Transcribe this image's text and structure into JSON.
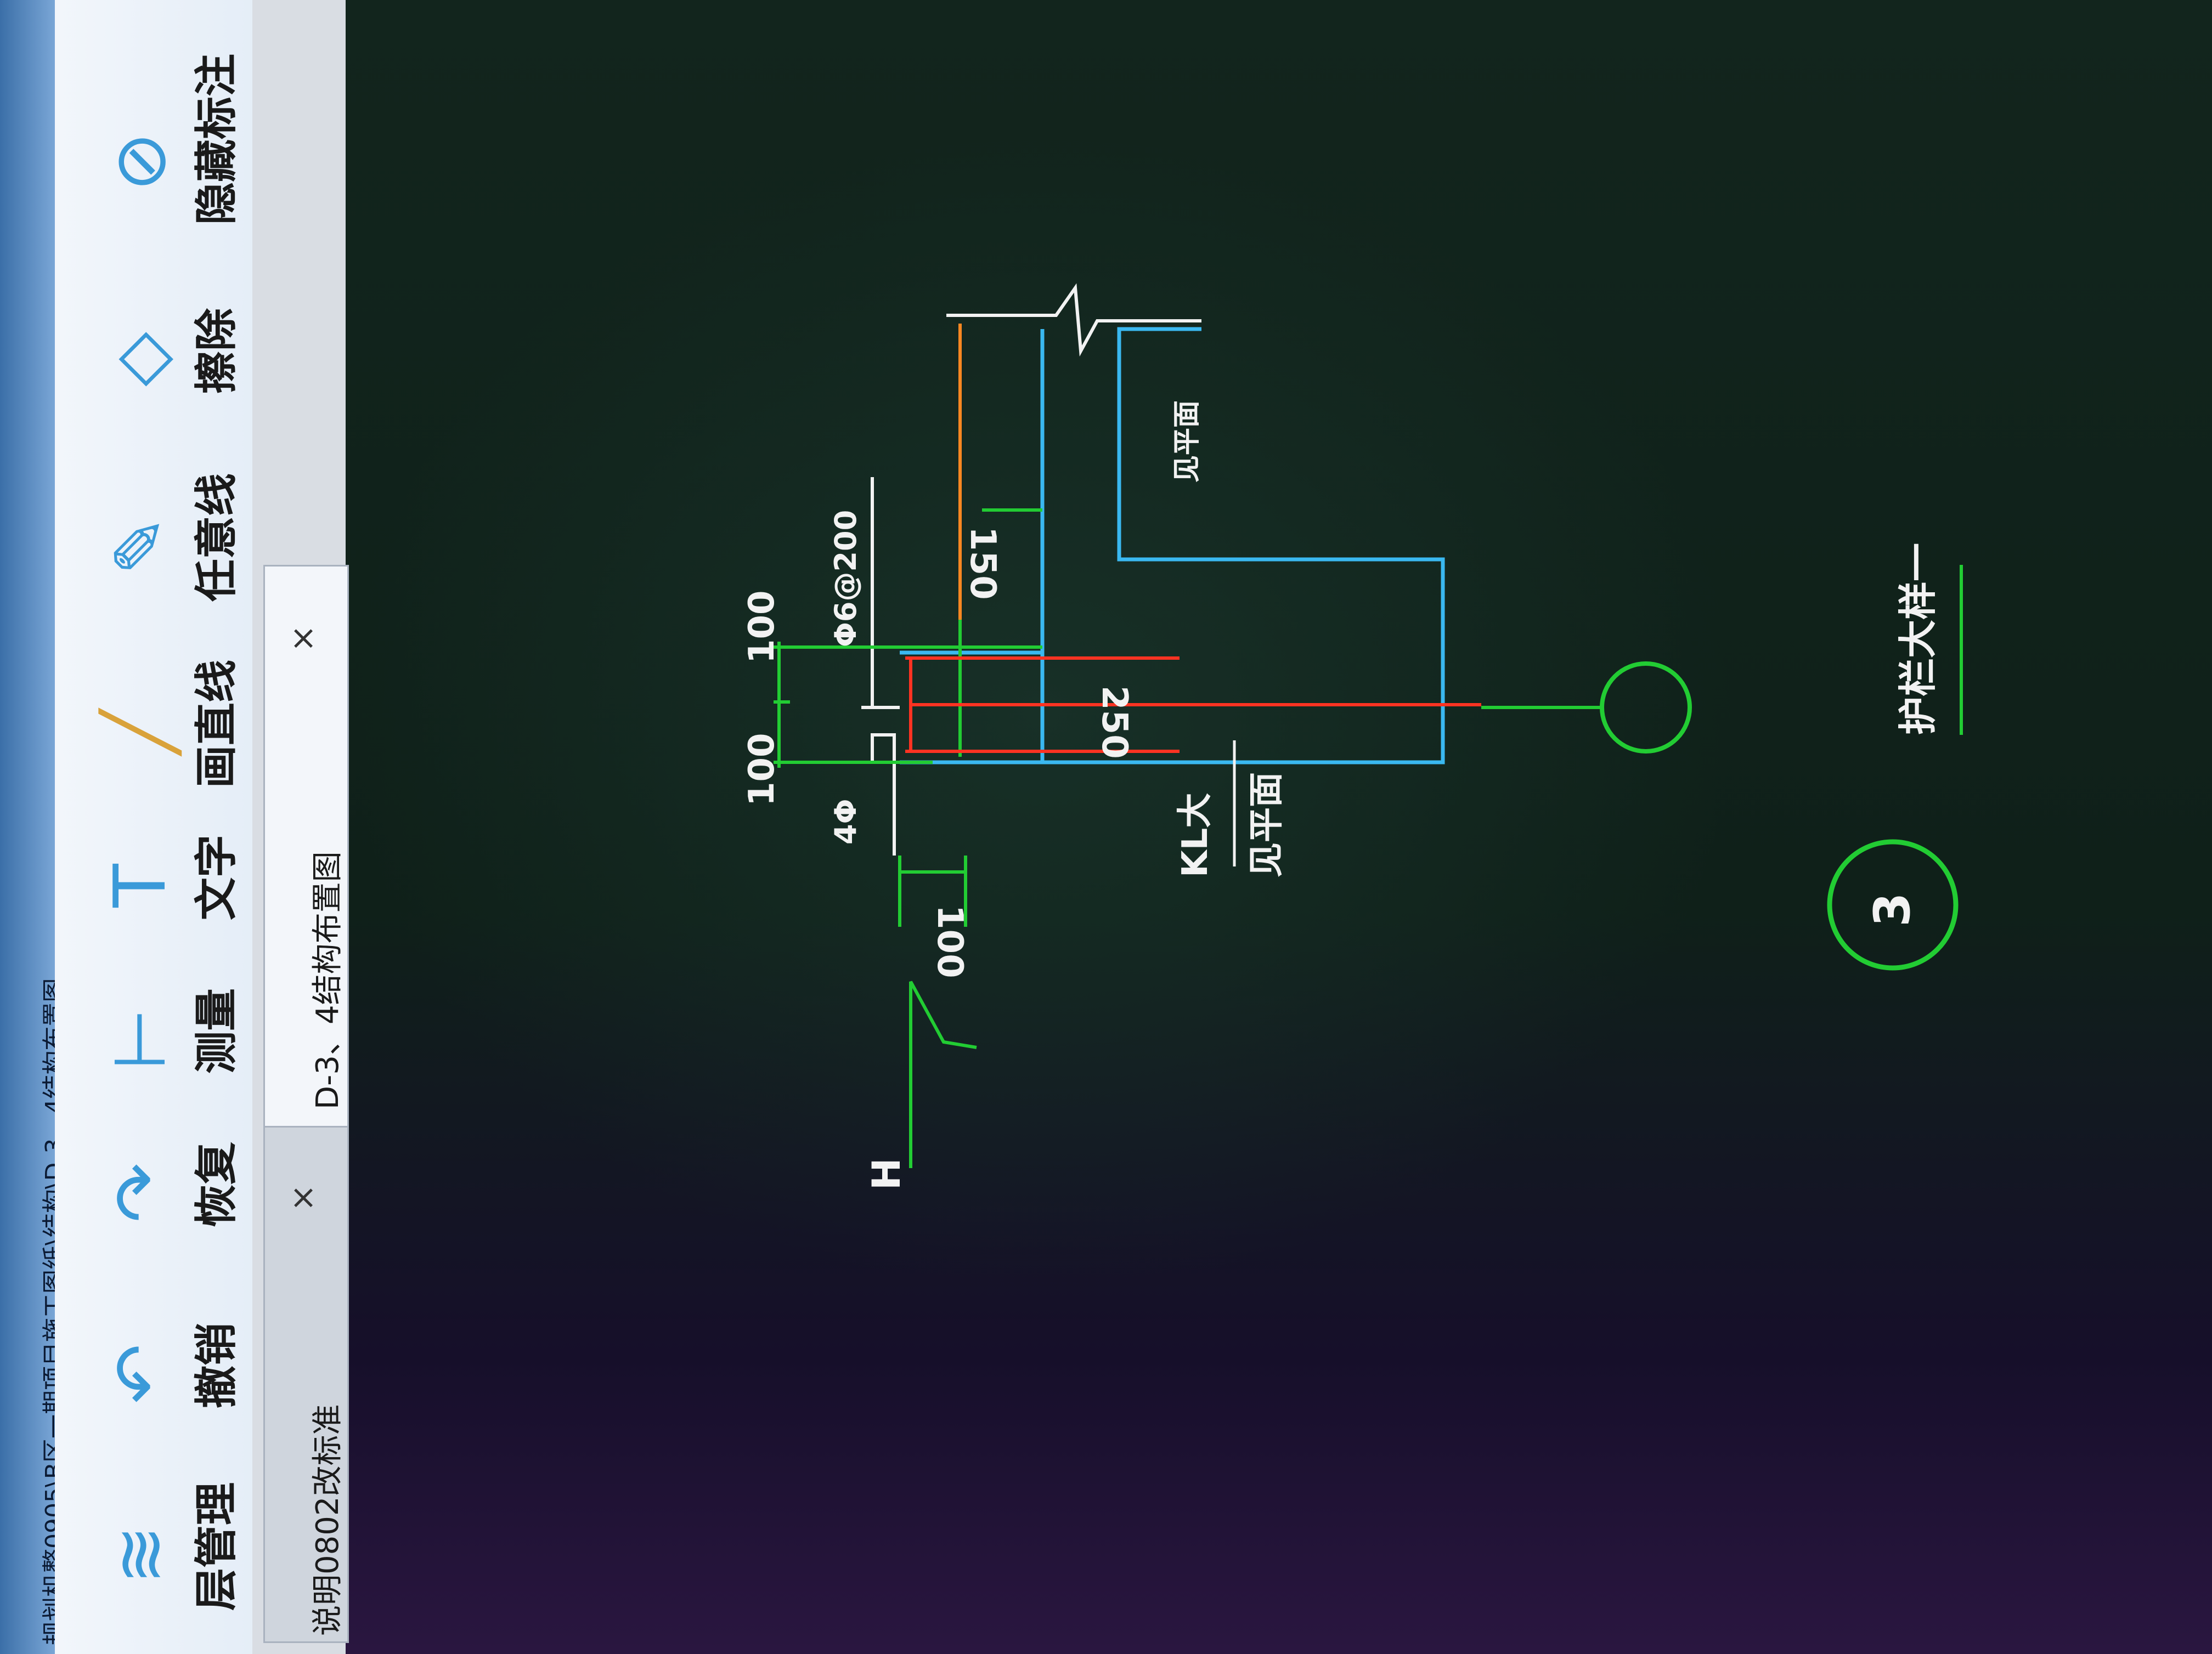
{
  "window": {
    "title": "规划机整0905\\B区一期项目施工图纸\\结构\\D-3、4结构布置图"
  },
  "toolbar": {
    "tools": [
      {
        "label": "层管理",
        "icon": "layers-icon"
      },
      {
        "label": "撤销",
        "icon": "undo-icon"
      },
      {
        "label": "恢复",
        "icon": "redo-icon"
      },
      {
        "label": "测量",
        "icon": "measure-icon"
      },
      {
        "label": "文字",
        "icon": "text-icon"
      },
      {
        "label": "画直线",
        "icon": "line-icon"
      },
      {
        "label": "任意线",
        "icon": "pencil-icon"
      },
      {
        "label": "擦除",
        "icon": "eraser-icon"
      },
      {
        "label": "隐藏标注",
        "icon": "eye-hide-icon"
      }
    ]
  },
  "tabs": [
    {
      "label": "说明0802改标准",
      "active": false
    },
    {
      "label": "D-3、4结构布置图",
      "active": true
    }
  ],
  "drawing": {
    "dims": {
      "top_left": "100",
      "top_right": "100",
      "rebar_note": "Φ6@200",
      "top_small": "4Φ",
      "width_left": "100",
      "slab": "150",
      "beam": "250",
      "beam_label_1": "KL大",
      "beam_label_2": "见平面",
      "right_note": "见平面",
      "elevation": "H"
    },
    "detail_number": "3",
    "detail_title": "护栏大样一",
    "colors": {
      "green": "#22cc33",
      "cyan": "#3ab8f0",
      "red": "#ff3322",
      "orange": "#ff8822",
      "white": "#f2f2f2"
    }
  }
}
